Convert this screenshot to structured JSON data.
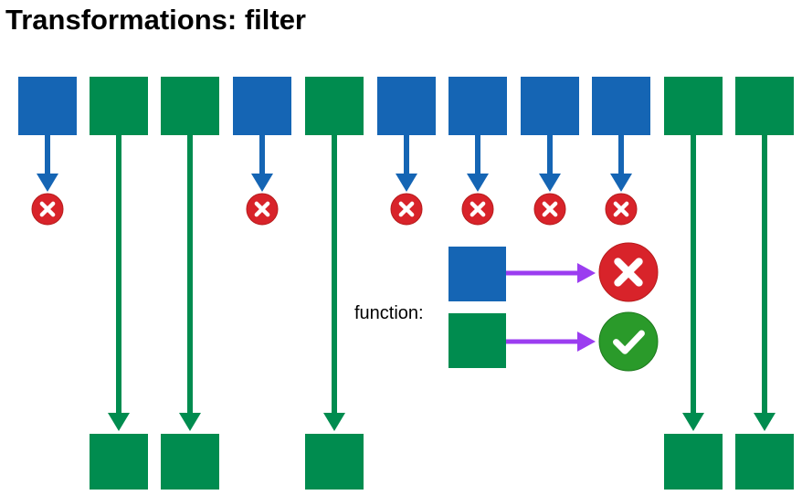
{
  "title": "Transformations: filter",
  "colors": {
    "blue": "#1565b4",
    "green": "#008c4f",
    "red": "#d8232a",
    "check_green": "#2a9a2a",
    "purple": "#9b3df0"
  },
  "input_sequence": [
    "blue",
    "green",
    "green",
    "blue",
    "green",
    "blue",
    "blue",
    "blue",
    "blue",
    "green",
    "green"
  ],
  "legend": {
    "label": "function:",
    "rules": [
      {
        "input": "blue",
        "result": "reject",
        "icon": "x-icon"
      },
      {
        "input": "green",
        "result": "keep",
        "icon": "check-icon"
      }
    ]
  }
}
